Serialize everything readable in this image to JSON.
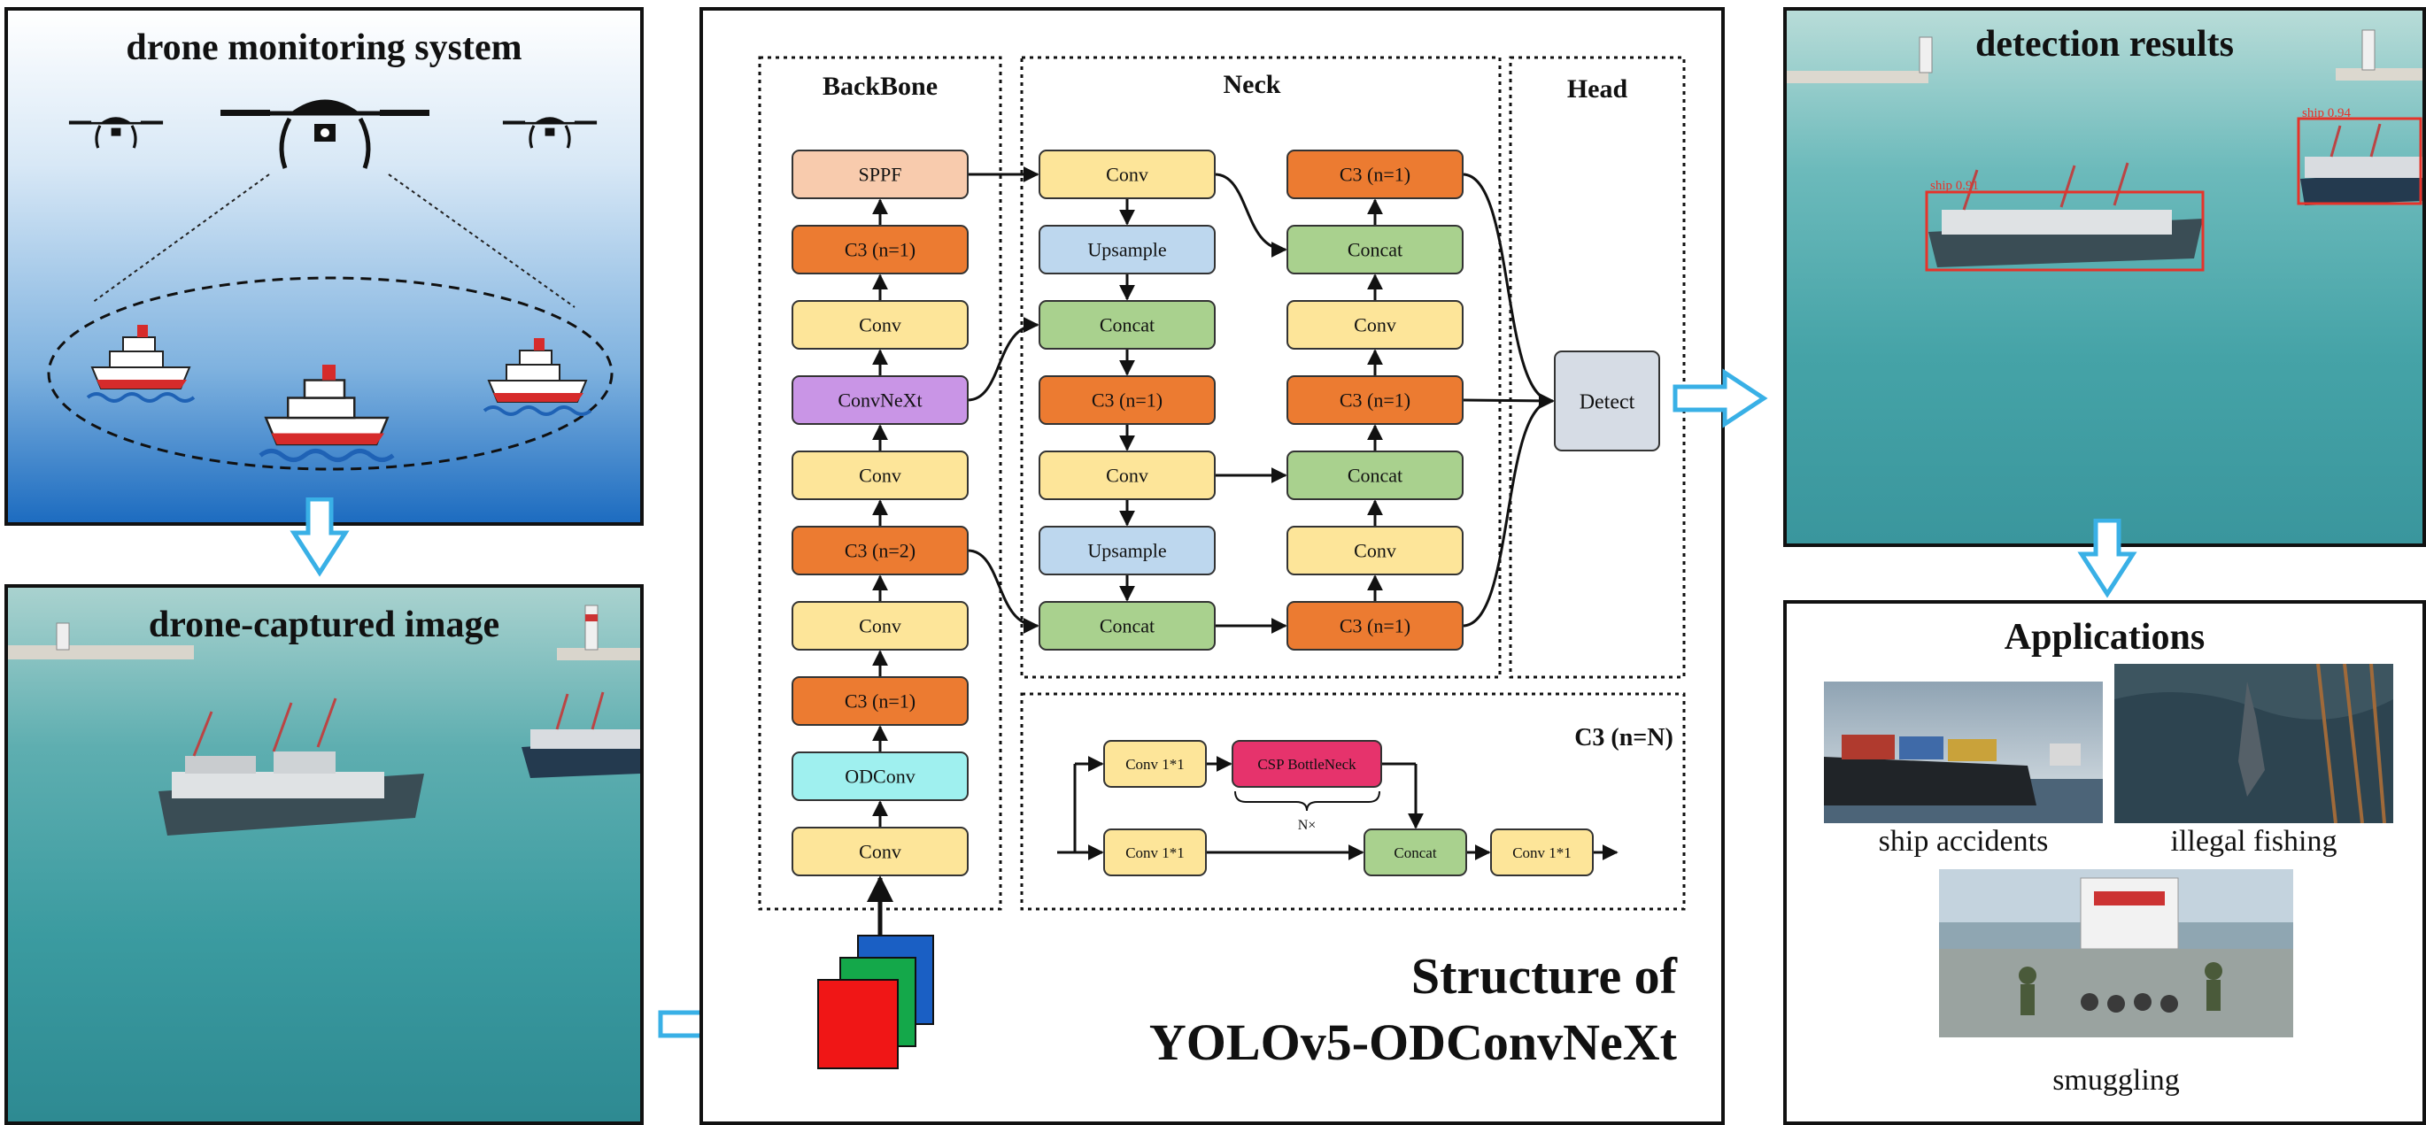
{
  "panels": {
    "drone_system_title": "drone monitoring system",
    "captured_title": "drone-captured image",
    "detection_title": "detection results",
    "applications_title": "Applications"
  },
  "detections": [
    {
      "label": "ship 0.91"
    },
    {
      "label": "ship 0.94"
    }
  ],
  "applications": {
    "items": [
      "ship accidents",
      "illegal fishing",
      "smuggling"
    ]
  },
  "structure": {
    "title_line1": "Structure of",
    "title_line2": "YOLOv5-ODConvNeXt",
    "sections": {
      "backbone": "BackBone",
      "neck": "Neck",
      "head": "Head",
      "c3": "C3 (n=N)"
    },
    "backbone_blocks": [
      "SPPF",
      "C3 (n=1)",
      "Conv",
      "ConvNeXt",
      "Conv",
      "C3 (n=2)",
      "Conv",
      "C3 (n=1)",
      "ODConv",
      "Conv"
    ],
    "neck_left_blocks": [
      "Conv",
      "Upsample",
      "Concat",
      "C3 (n=1)",
      "Conv",
      "Upsample",
      "Concat"
    ],
    "neck_right_blocks": [
      "C3 (n=1)",
      "Concat",
      "Conv",
      "C3 (n=1)",
      "Concat",
      "Conv",
      "C3 (n=1)"
    ],
    "detect": "Detect",
    "c3_detail": {
      "conv_top": "Conv 1*1",
      "bottleneck": "CSP BottleNeck",
      "repeat": "N×",
      "conv_bottom": "Conv 1*1",
      "concat": "Concat",
      "conv_out": "Conv 1*1"
    }
  },
  "colors": {
    "conv": "#fde599",
    "c3": "#ec7b31",
    "sppf": "#f8cbad",
    "convnext": "#c995e6",
    "odconv": "#9ff0ef",
    "upsample": "#bdd7ee",
    "concat": "#a9d18e",
    "detect": "#d6dce5",
    "bottleneck": "#e6336c",
    "arrow": "#39b0e6"
  }
}
